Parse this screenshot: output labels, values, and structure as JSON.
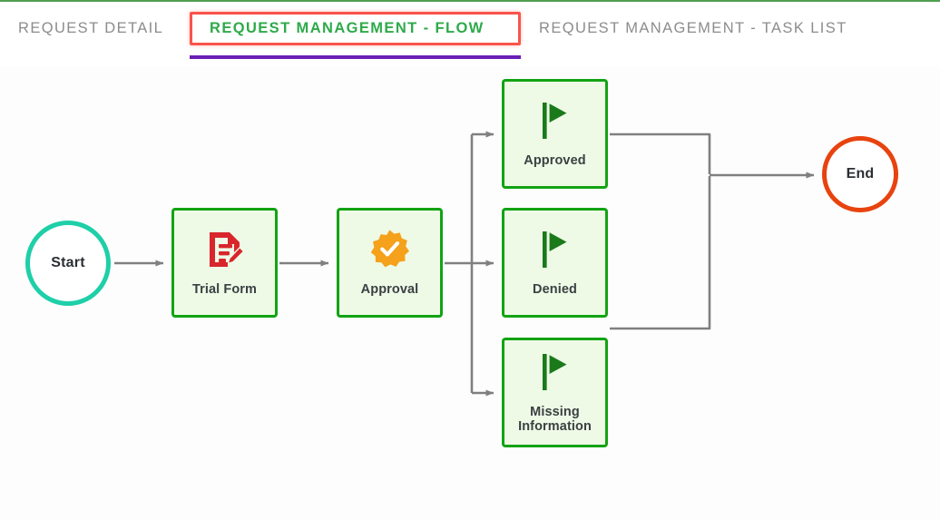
{
  "tabs": [
    {
      "label": "REQUEST DETAIL",
      "active": false
    },
    {
      "label": "REQUEST MANAGEMENT - FLOW",
      "active": true
    },
    {
      "label": "REQUEST MANAGEMENT - TASK LIST",
      "active": false
    }
  ],
  "colors": {
    "active_tab_text": "#2eaa4a",
    "inactive_tab_text": "#8c8c8c",
    "tab_highlight_border": "#f9534a",
    "tab_underline": "#6a1fb5",
    "node_border": "#13a313",
    "node_fill": "#eefae6",
    "start_border": "#1ecfa8",
    "end_border": "#e8430f",
    "connector": "#808080",
    "trial_form_icon": "#d8262c",
    "approval_icon": "#f5a11b",
    "flag_icon": "#1a7a1a",
    "top_rule": "#4f9e51"
  },
  "flow": {
    "nodes": [
      {
        "id": "start",
        "label": "Start",
        "shape": "circle",
        "icon": null
      },
      {
        "id": "trialform",
        "label": "Trial Form",
        "shape": "rectangle",
        "icon": "document-edit-icon"
      },
      {
        "id": "approval",
        "label": "Approval",
        "shape": "rectangle",
        "icon": "approval-badge-icon"
      },
      {
        "id": "approved",
        "label": "Approved",
        "shape": "rectangle",
        "icon": "flag-icon"
      },
      {
        "id": "denied",
        "label": "Denied",
        "shape": "rectangle",
        "icon": "flag-icon"
      },
      {
        "id": "missing",
        "label": "Missing\nInformation",
        "label_line1": "Missing",
        "label_line2": "Information",
        "shape": "rectangle",
        "icon": "flag-icon"
      },
      {
        "id": "end",
        "label": "End",
        "shape": "circle",
        "icon": null
      }
    ],
    "edges": [
      {
        "from": "start",
        "to": "trialform"
      },
      {
        "from": "trialform",
        "to": "approval"
      },
      {
        "from": "approval",
        "to": "approved"
      },
      {
        "from": "approval",
        "to": "denied"
      },
      {
        "from": "approval",
        "to": "missing"
      },
      {
        "from": "approved",
        "to": "end"
      },
      {
        "from": "denied",
        "to": "end"
      }
    ]
  }
}
